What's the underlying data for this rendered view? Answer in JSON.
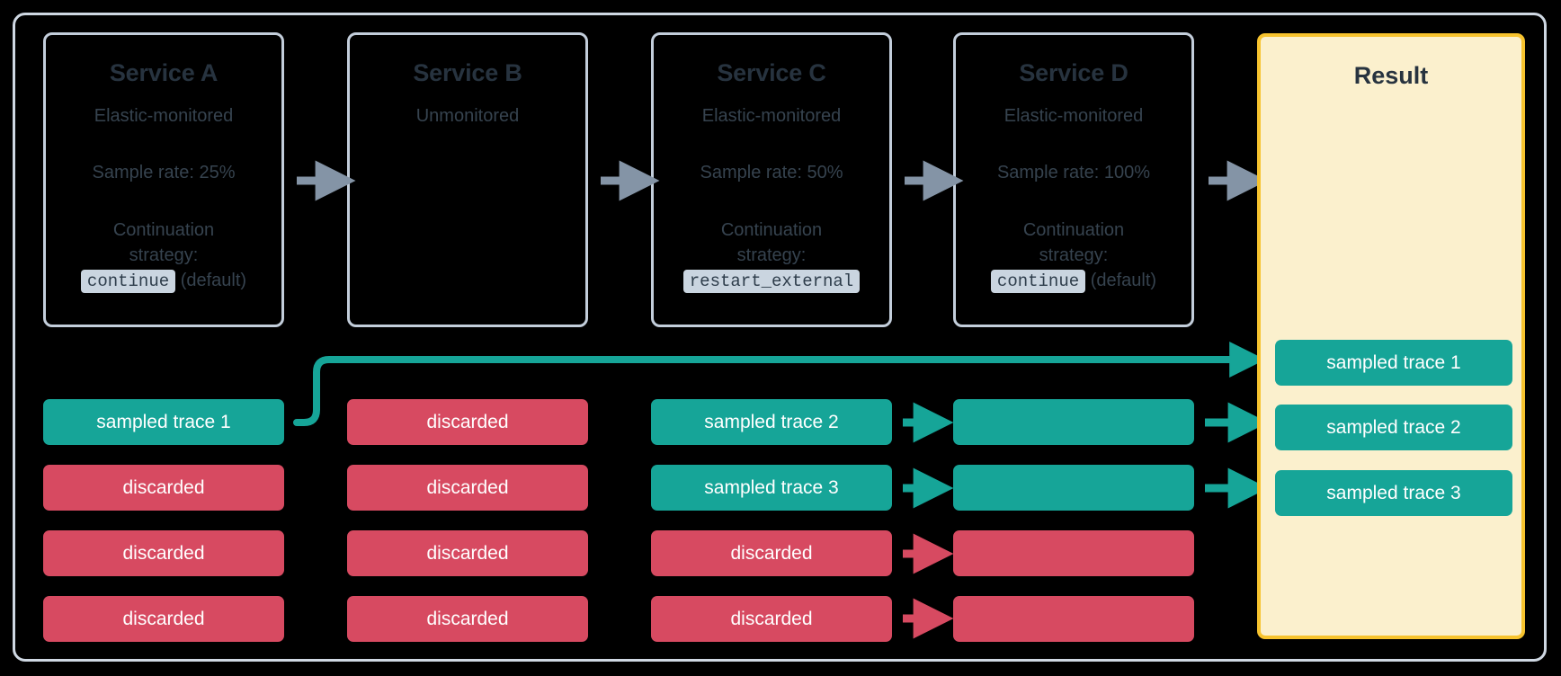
{
  "diagram": {
    "title": "Distributed tracing sampling flow",
    "colors": {
      "background": "#000000",
      "frame_border": "#cfd8e3",
      "service_border": "#c3cedb",
      "text_dark": "#27333f",
      "sampled_green": "#16a598",
      "discarded_red": "#d74a61",
      "result_fill": "#fbf0cd",
      "result_border": "#f7c32e",
      "grey_arrow": "#8494a6",
      "code_badge_bg": "#cad5e0"
    }
  },
  "services": [
    {
      "name": "Service A",
      "monitoring": "Elastic-monitored",
      "sample_rate": "Sample rate: 25%",
      "strategy_label": "Continuation strategy:",
      "strategy_value": "continue",
      "strategy_suffix": "(default)"
    },
    {
      "name": "Service B",
      "monitoring": "Unmonitored",
      "sample_rate": "",
      "strategy_label": "",
      "strategy_value": "",
      "strategy_suffix": ""
    },
    {
      "name": "Service C",
      "monitoring": "Elastic-monitored",
      "sample_rate": "Sample rate: 50%",
      "strategy_label": "Continuation strategy:",
      "strategy_value": "restart_external",
      "strategy_suffix": ""
    },
    {
      "name": "Service D",
      "monitoring": "Elastic-monitored",
      "sample_rate": "Sample rate: 100%",
      "strategy_label": "Continuation strategy:",
      "strategy_value": "continue",
      "strategy_suffix": "(default)"
    }
  ],
  "result": {
    "title": "Result",
    "traces": [
      {
        "label": "sampled trace 1",
        "state": "sampled"
      },
      {
        "label": "sampled trace 2",
        "state": "sampled"
      },
      {
        "label": "sampled trace 3",
        "state": "sampled"
      }
    ]
  },
  "trace_columns": [
    {
      "service": "Service A",
      "rows": [
        {
          "label": "sampled trace 1",
          "state": "sampled"
        },
        {
          "label": "discarded",
          "state": "discarded"
        },
        {
          "label": "discarded",
          "state": "discarded"
        },
        {
          "label": "discarded",
          "state": "discarded"
        }
      ]
    },
    {
      "service": "Service B",
      "rows": [
        {
          "label": "discarded",
          "state": "discarded"
        },
        {
          "label": "discarded",
          "state": "discarded"
        },
        {
          "label": "discarded",
          "state": "discarded"
        },
        {
          "label": "discarded",
          "state": "discarded"
        }
      ]
    },
    {
      "service": "Service C",
      "rows": [
        {
          "label": "sampled trace 2",
          "state": "sampled"
        },
        {
          "label": "sampled trace 3",
          "state": "sampled"
        },
        {
          "label": "discarded",
          "state": "discarded"
        },
        {
          "label": "discarded",
          "state": "discarded"
        }
      ]
    },
    {
      "service": "Service D",
      "rows": [
        {
          "label": "",
          "state": "sampled"
        },
        {
          "label": "",
          "state": "sampled"
        },
        {
          "label": "",
          "state": "discarded"
        },
        {
          "label": "",
          "state": "discarded"
        }
      ]
    }
  ]
}
